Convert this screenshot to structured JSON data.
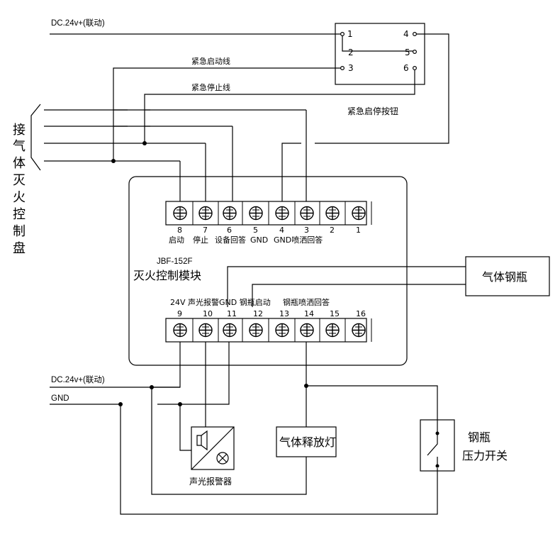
{
  "top_supply_label": "DC.24v+(联动)",
  "emergency_start_line": "紧急启动线",
  "emergency_stop_line": "紧急停止线",
  "button_label": "紧急启停按钮",
  "button_terminals": [
    "1",
    "2",
    "3",
    "4",
    "5",
    "6"
  ],
  "panel_label": "接气体灭火控制盘",
  "module_model": "JBF-152F",
  "module_name": "灭火控制模块",
  "top_terminals": [
    {
      "num": "8",
      "func": "启动"
    },
    {
      "num": "7",
      "func": "停止"
    },
    {
      "num": "6",
      "func": "设备回答"
    },
    {
      "num": "5",
      "func": "GND"
    },
    {
      "num": "4",
      "func": "GND"
    },
    {
      "num": "3",
      "func": "喷洒回答"
    },
    {
      "num": "2",
      "func": ""
    },
    {
      "num": "1",
      "func": ""
    }
  ],
  "bottom_func_labels": [
    "24V",
    "声光报警",
    "GND",
    "钢瓶启动",
    "钢瓶喷洒回答"
  ],
  "bottom_terminals": [
    "9",
    "10",
    "11",
    "12",
    "13",
    "14",
    "15",
    "16"
  ],
  "gas_cylinder": "气体钢瓶",
  "bottom_supply_label": "DC.24v+(联动)",
  "gnd_label": "GND",
  "alarm_label": "声光报警器",
  "release_light": "气体释放灯",
  "pressure_switch": [
    "钢瓶",
    "压力开关"
  ]
}
